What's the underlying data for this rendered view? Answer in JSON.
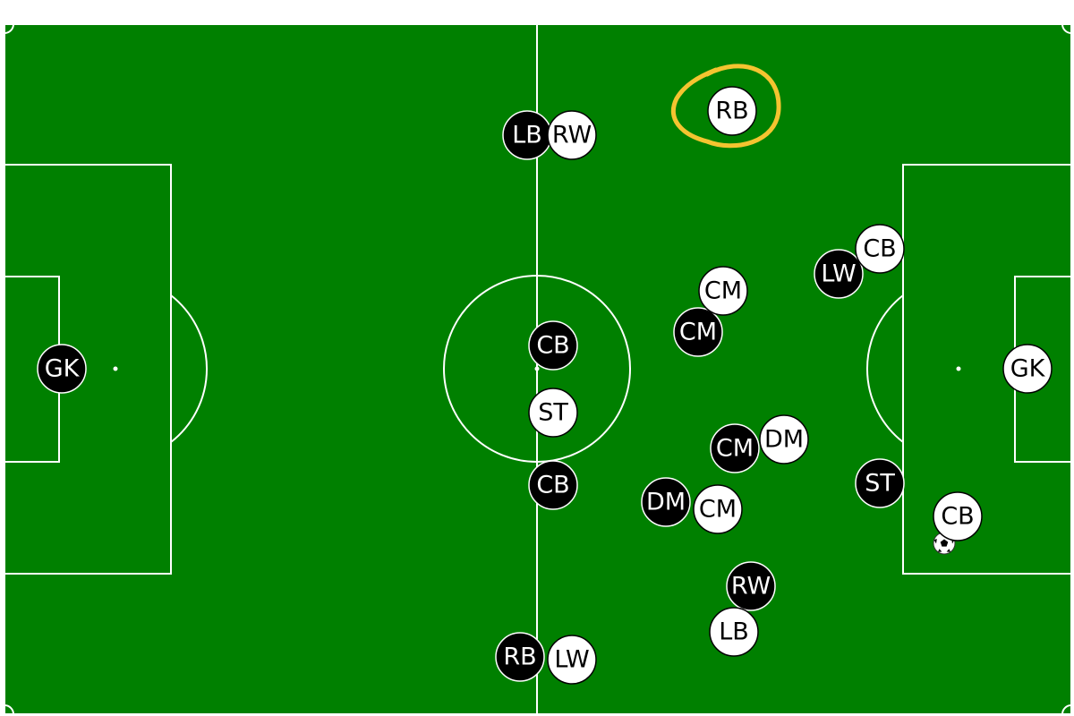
{
  "pitch": {
    "grass_color": "#008000",
    "line_color": "#ffffff"
  },
  "teams": {
    "dark": {
      "fill": "#000000",
      "text": "#ffffff"
    },
    "light": {
      "fill": "#ffffff",
      "text": "#000000"
    }
  },
  "players": [
    {
      "id": "d-gk",
      "team": "dark",
      "label": "GK"
    },
    {
      "id": "d-lb",
      "team": "dark",
      "label": "LB"
    },
    {
      "id": "d-cb1",
      "team": "dark",
      "label": "CB"
    },
    {
      "id": "d-cb2",
      "team": "dark",
      "label": "CB"
    },
    {
      "id": "d-rb",
      "team": "dark",
      "label": "RB"
    },
    {
      "id": "d-cm1",
      "team": "dark",
      "label": "CM"
    },
    {
      "id": "d-cm2",
      "team": "dark",
      "label": "CM"
    },
    {
      "id": "d-dm",
      "team": "dark",
      "label": "DM"
    },
    {
      "id": "d-lw",
      "team": "dark",
      "label": "LW"
    },
    {
      "id": "d-st",
      "team": "dark",
      "label": "ST"
    },
    {
      "id": "d-rw",
      "team": "dark",
      "label": "RW"
    },
    {
      "id": "l-gk",
      "team": "light",
      "label": "GK"
    },
    {
      "id": "l-rb",
      "team": "light",
      "label": "RB"
    },
    {
      "id": "l-rw",
      "team": "light",
      "label": "RW"
    },
    {
      "id": "l-cb1",
      "team": "light",
      "label": "CB"
    },
    {
      "id": "l-cm1",
      "team": "light",
      "label": "CM"
    },
    {
      "id": "l-st",
      "team": "light",
      "label": "ST"
    },
    {
      "id": "l-dm",
      "team": "light",
      "label": "DM"
    },
    {
      "id": "l-cm2",
      "team": "light",
      "label": "CM"
    },
    {
      "id": "l-cb2",
      "team": "light",
      "label": "CB"
    },
    {
      "id": "l-lb",
      "team": "light",
      "label": "LB"
    },
    {
      "id": "l-lw",
      "team": "light",
      "label": "LW"
    }
  ],
  "highlight": {
    "player": "l-rb",
    "color": "#f4c430"
  },
  "ball": {
    "icon": "soccer-ball-icon",
    "near_player": "l-cb2"
  }
}
